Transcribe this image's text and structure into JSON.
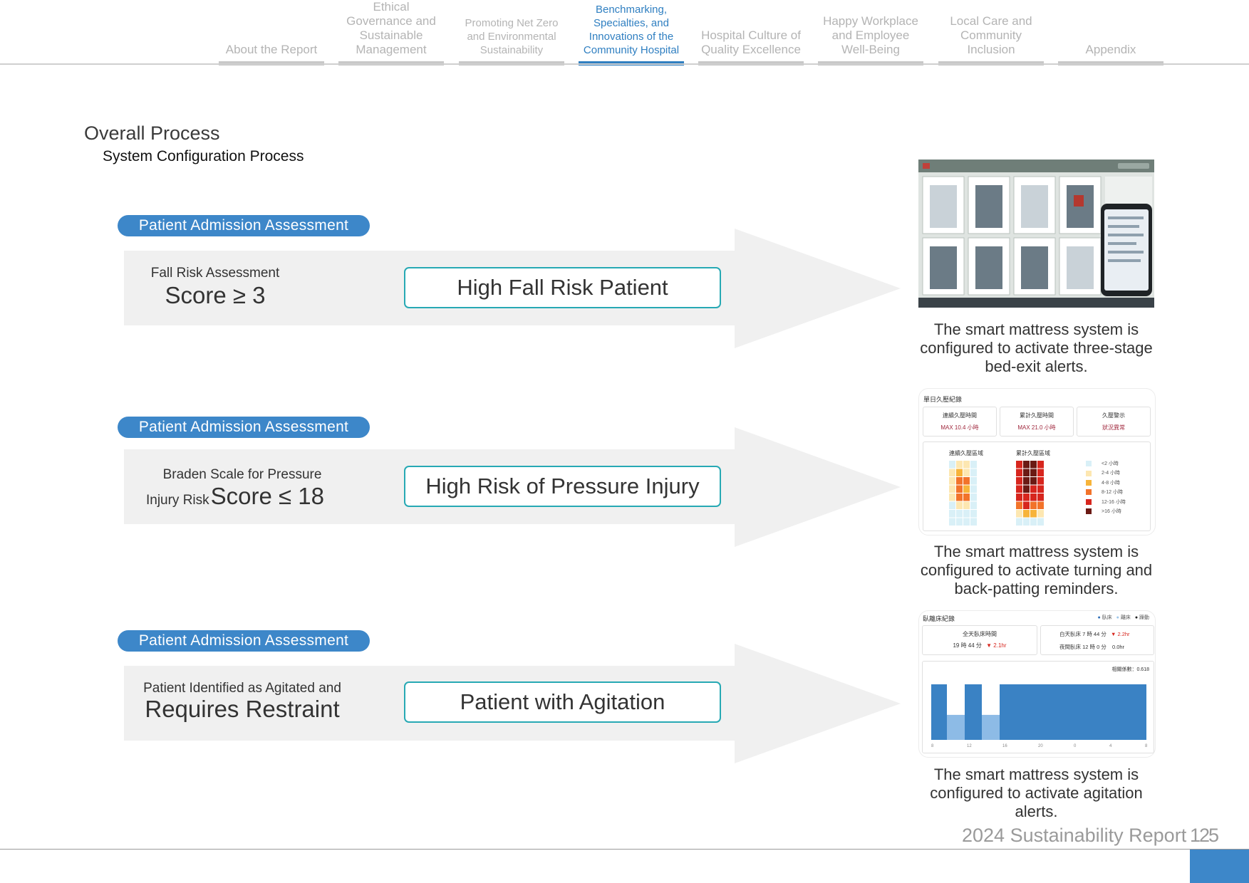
{
  "nav": {
    "tabs": [
      {
        "label": "About the Report"
      },
      {
        "label": "Ethical Governance and Sustainable Management"
      },
      {
        "label": "Promoting Net Zero and Environmental Sustainability"
      },
      {
        "label": "Benchmarking, Specialties, and Innovations of the Community Hospital"
      },
      {
        "label": "Hospital Culture of Quality Excellence"
      },
      {
        "label": "Happy Workplace and Employee Well-Being"
      },
      {
        "label": "Local Care and Community Inclusion"
      },
      {
        "label": "Appendix"
      }
    ],
    "active_index": 3
  },
  "heading": {
    "title": "Overall Process",
    "subtitle": "System Configuration Process"
  },
  "rows": [
    {
      "badge": "Patient Admission Assessment",
      "criterion_small": "Fall Risk Assessment",
      "criterion_big": "Score ≥ 3",
      "result": "High Fall Risk Patient",
      "caption": "The smart mattress system is configured to activate three-stage bed-exit alerts."
    },
    {
      "badge": "Patient Admission Assessment",
      "criterion_small": "Braden Scale for Pressure Injury Risk",
      "criterion_big": "Score ≤ 18",
      "result": "High Risk of Pressure Injury",
      "caption": "The smart mattress system is configured to activate turning and back-patting reminders."
    },
    {
      "badge": "Patient Admission Assessment",
      "criterion_small": "Patient Identified as Agitated and",
      "criterion_big": "Requires Restraint",
      "result": "Patient with Agitation",
      "caption": "The smart mattress system is configured to activate agitation alerts."
    }
  ],
  "screenshots": {
    "pressure": {
      "title": "單日久壓紀錄",
      "cards": [
        {
          "label": "連續久壓時間",
          "value": "MAX 10.4 小時"
        },
        {
          "label": "累計久壓時間",
          "value": "MAX 21.0 小時"
        },
        {
          "label": "久壓警示",
          "value": "狀況異常"
        }
      ],
      "map_left_title": "連續久壓區域",
      "map_right_title": "累計久壓區域",
      "legend": [
        "<2 小時",
        "2-4 小時",
        "4-8 小時",
        "8-12 小時",
        "12-16 小時",
        ">16 小時"
      ]
    },
    "agitation": {
      "title": "臥離床紀錄",
      "legend": [
        "臥床",
        "離床",
        "躁動"
      ],
      "card_left_label": "全天臥床時間",
      "card_left_value": "19 時 44 分",
      "card_left_delta": "▼ 2.1hr",
      "card_right_line1": "白天臥床 7 時 44 分",
      "card_right_delta1": "▼ 2.2hr",
      "card_right_line2": "夜間臥床 12 時 0 分",
      "card_right_delta2": "0.0hr",
      "corr": "相關係數：0.618",
      "xticks": [
        "8",
        "12",
        "16",
        "20",
        "0",
        "4",
        "8"
      ]
    }
  },
  "colors": {
    "accent_blue": "#3d87c9",
    "teal_border": "#27a9b4",
    "arrow_gray": "#f0f0f0"
  },
  "footer": {
    "report": "2024 Sustainability  Report",
    "page": "125"
  }
}
